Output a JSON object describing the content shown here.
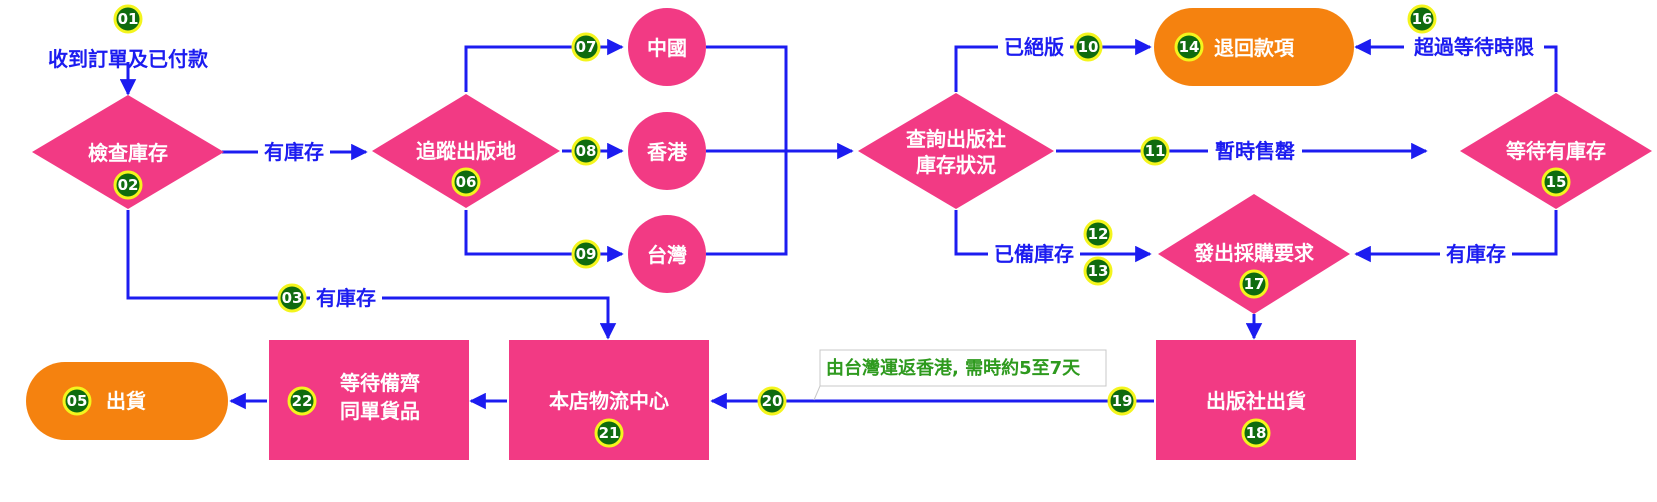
{
  "colors": {
    "pink": "#f23a84",
    "orange": "#f5820f",
    "blue": "#1c1cf0",
    "badge_fill": "#0f6b0f",
    "badge_ring": "#f4f51d",
    "note_green": "#2e9a1e"
  },
  "nodes": {
    "start_label": "收到訂單及已付款",
    "check_stock": "檢查庫存",
    "track_origin": "追蹤出版地",
    "china": "中國",
    "hongkong": "香港",
    "taiwan": "台灣",
    "query_publisher": [
      "查詢出版社",
      "庫存狀況"
    ],
    "refund": "退回款項",
    "wait_stock": "等待有庫存",
    "purchase_request": "發出採購要求",
    "publisher_ship": "出版社出貨",
    "logistics_center": "本店物流中心",
    "wait_items": [
      "等待備齊",
      "同單貨品"
    ],
    "ship": "出貨"
  },
  "edges": {
    "in_stock_1": "有庫存",
    "in_stock_2": "有庫存",
    "in_stock_3": "有庫存",
    "out_of_print": "已絕版",
    "temp_sold_out": "暫時售罄",
    "ready_stock": "已備庫存",
    "timeout": "超過等待時限"
  },
  "note": "由台灣運返香港, 需時約5至7天",
  "badges": [
    "01",
    "02",
    "03",
    "05",
    "06",
    "07",
    "08",
    "09",
    "10",
    "11",
    "12",
    "13",
    "14",
    "15",
    "16",
    "17",
    "18",
    "19",
    "20",
    "21",
    "22"
  ]
}
